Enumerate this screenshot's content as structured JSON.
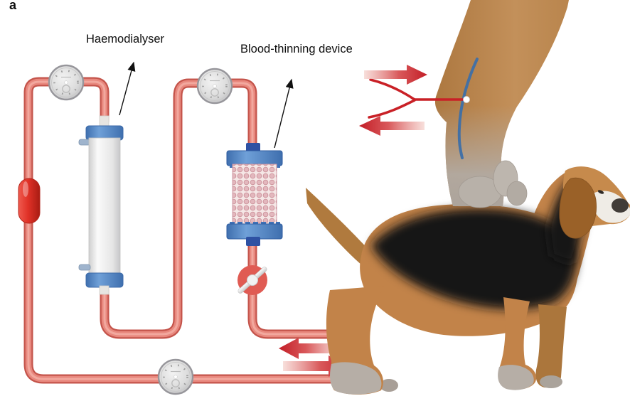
{
  "figure": {
    "panel_label": "a",
    "labels": {
      "haemodialyser": "Haemodialyser",
      "blood_thinning_device": "Blood-thinning device"
    },
    "components": {
      "items": [
        "pressure-gauge",
        "haemodialyser",
        "blood-thinning-device",
        "stopcock-valve",
        "drip-chamber",
        "blood-tubing-circuit",
        "beagle-dog",
        "hind-leg-inset",
        "vein-line",
        "catheter-line",
        "puncture-point",
        "blood-flow-arrows"
      ],
      "pressure_gauge_count": 3
    },
    "colors": {
      "tube": "#e8887e",
      "tube_edge": "#c4544b",
      "flow_arrow": "#c31e27",
      "device_cap_blue": "#4e86c6",
      "connector_dark_blue": "#2e51a3",
      "bead_pink": "#e3b7bd",
      "valve_red": "#e05b53",
      "chamber_red": "#d92a20",
      "vein_blue": "#3d6fa8",
      "dog_tan": "#c28349",
      "dog_black": "#141414",
      "gauge_silver": "#d6d6d6",
      "background": "#ffffff"
    }
  }
}
